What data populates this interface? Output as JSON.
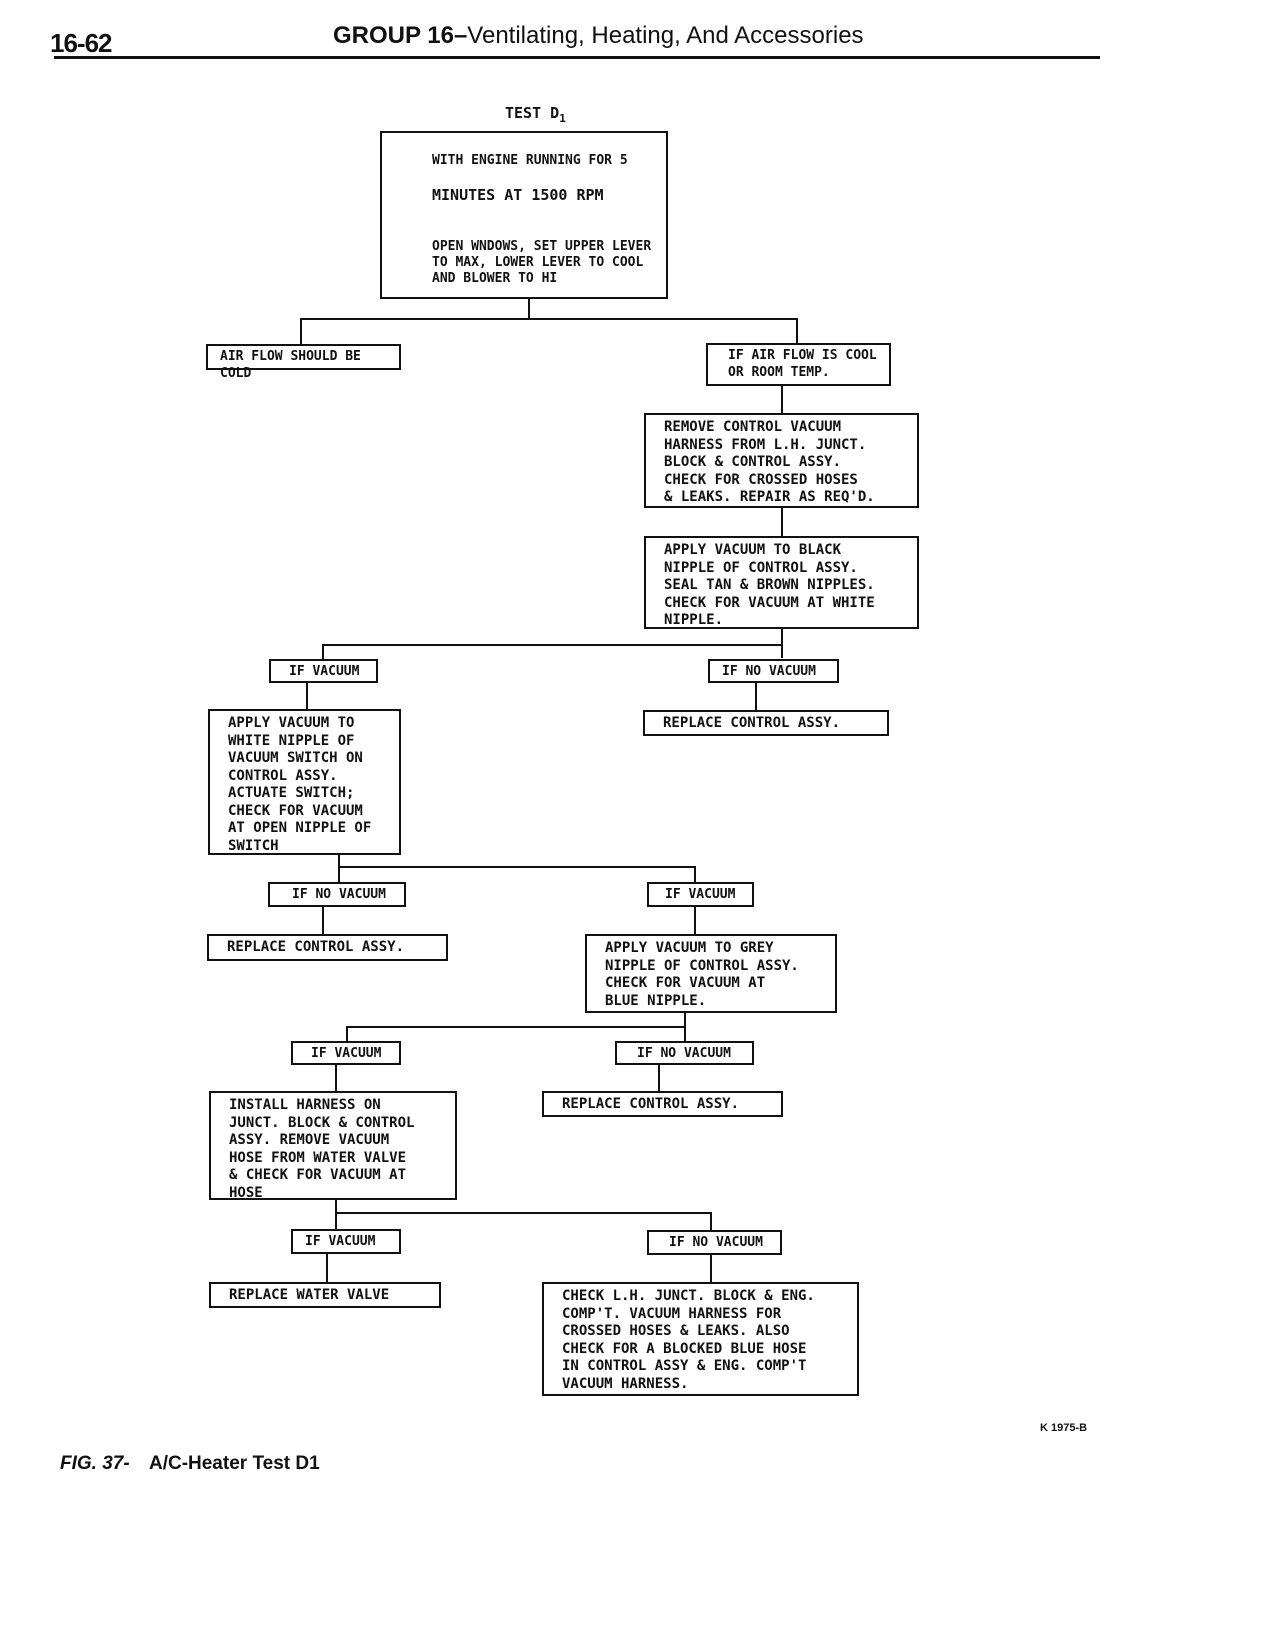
{
  "header": {
    "page_number": "16-62",
    "group": "GROUP 16",
    "dash": "–",
    "title": "Ventilating, Heating, And Accessories"
  },
  "test": {
    "title": "TEST D",
    "subscript": "1"
  },
  "nodes": {
    "start_line1": "WITH ENGINE RUNNING FOR 5",
    "start_line2": "MINUTES AT 1500 RPM",
    "start_line3": "OPEN WNDOWS, SET UPPER LEVER\nTO MAX, LOWER LEVER TO COOL\nAND BLOWER TO HI",
    "air_cold": "AIR FLOW SHOULD BE COLD",
    "air_cool": "IF AIR FLOW IS COOL\nOR ROOM TEMP.",
    "remove_harness": "REMOVE CONTROL VACUUM\nHARNESS FROM L.H. JUNCT.\nBLOCK & CONTROL ASSY.\nCHECK FOR CROSSED HOSES\n& LEAKS.  REPAIR AS REQ'D.",
    "apply_black": "APPLY VACUUM TO BLACK\nNIPPLE OF CONTROL ASSY.\nSEAL TAN & BROWN NIPPLES.\nCHECK FOR VACUUM AT WHITE\nNIPPLE.",
    "if_vacuum_1": "IF VACUUM",
    "if_no_vacuum_1": "IF NO VACUUM",
    "replace_control_1": "REPLACE CONTROL ASSY.",
    "apply_white": "APPLY VACUUM TO\nWHITE NIPPLE OF\nVACUUM SWITCH ON\nCONTROL ASSY.\nACTUATE SWITCH;\nCHECK FOR VACUUM\nAT OPEN NIPPLE OF\nSWITCH",
    "if_no_vacuum_2": "IF NO VACUUM",
    "if_vacuum_2": "IF VACUUM",
    "replace_control_2": "REPLACE CONTROL ASSY.",
    "apply_grey": "APPLY VACUUM TO GREY\nNIPPLE OF CONTROL ASSY.\nCHECK FOR VACUUM AT\nBLUE NIPPLE.",
    "if_vacuum_3": "IF VACUUM",
    "if_no_vacuum_3": "IF NO VACUUM",
    "install_harness": "INSTALL HARNESS ON\nJUNCT. BLOCK & CONTROL\nASSY. REMOVE VACUUM\nHOSE FROM WATER VALVE\n& CHECK FOR VACUUM AT\nHOSE",
    "replace_control_3": "REPLACE CONTROL ASSY.",
    "if_vacuum_4": "IF VACUUM",
    "if_no_vacuum_4": "IF NO VACUUM",
    "replace_water_valve": "REPLACE WATER VALVE",
    "check_lh": "CHECK L.H. JUNCT. BLOCK & ENG.\nCOMP'T. VACUUM HARNESS FOR\nCROSSED HOSES & LEAKS. ALSO\nCHECK FOR A BLOCKED BLUE HOSE\nIN CONTROL ASSY & ENG. COMP'T\nVACUUM HARNESS."
  },
  "figure": {
    "number": "FIG. 37-",
    "caption": "A/C-Heater Test D1",
    "code": "K 1975-B"
  }
}
